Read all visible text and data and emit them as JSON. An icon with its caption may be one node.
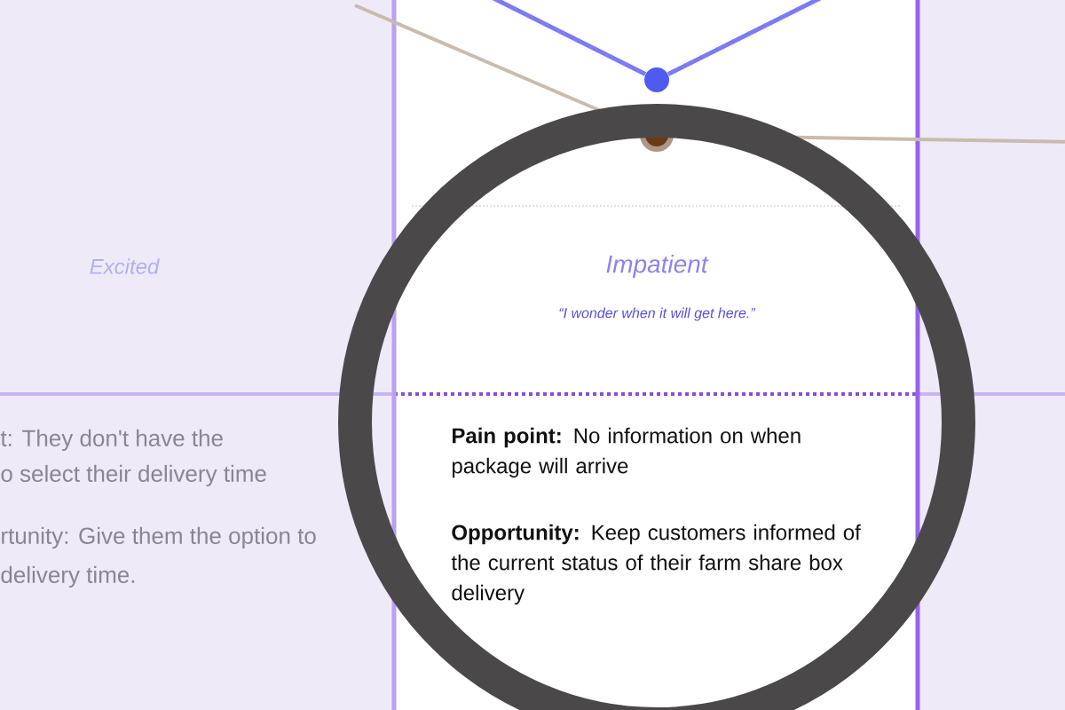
{
  "diagram": {
    "nodes": [
      {
        "text": [],
        "shape": "circle"
      },
      {
        "text": [],
        "shape": "circle"
      }
    ],
    "edges": [
      {
        "from": null,
        "to": 0,
        "arrow": "none",
        "color": "#7b7bf5"
      },
      {
        "from": 0,
        "to": null,
        "arrow": "none",
        "color": "#7b7bf5"
      },
      {
        "from": null,
        "to": 1,
        "arrow": "none",
        "color": "#c9bcae"
      },
      {
        "from": 1,
        "to": null,
        "arrow": "none",
        "color": "#c9bcae"
      }
    ],
    "labels": [
      "Excited",
      "Impatient",
      "“I wonder when it will get here.”",
      "t: They don't have the",
      "o select their delivery time",
      "rtunity: Give them the option to",
      "delivery time.",
      "**Pain point:** No information on when package will arrive",
      "**Opportunity:** Keep customers informed of the current status of their farm share box delivery"
    ]
  }
}
